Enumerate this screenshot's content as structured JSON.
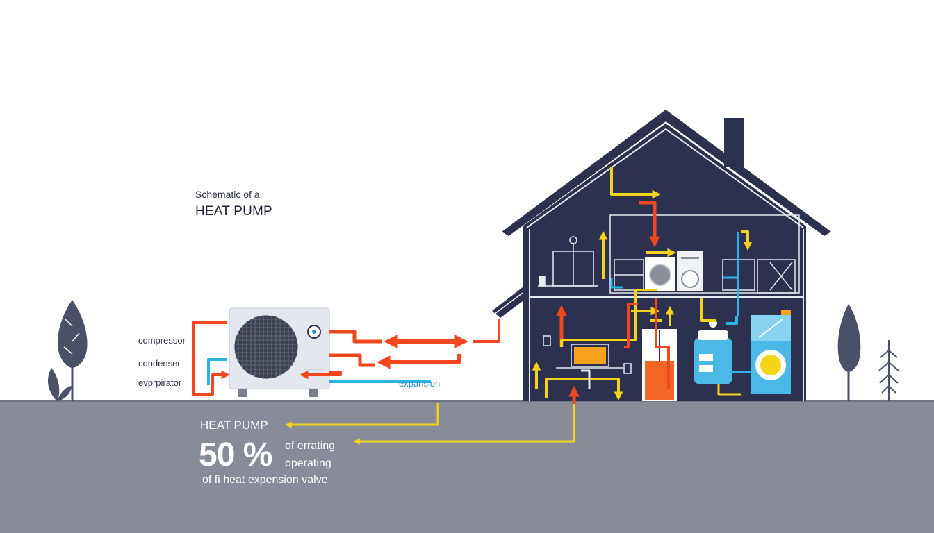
{
  "header": {
    "subtitle": "Schematic of a",
    "title": "HEAT PUMP"
  },
  "labels": {
    "compressor": "compressor",
    "condenser": "condenser",
    "evaporator": "evprpirator",
    "expansion": "expansion"
  },
  "ground_text": {
    "title": "HEAT PUMP",
    "percent": "50 %",
    "line1": "of errating",
    "line2": "operating",
    "line3": "of fi heat expension valve"
  },
  "colors": {
    "house": "#2c3150",
    "ground": "#888c99",
    "hot_pipe": "#f0471f",
    "warm_pipe": "#f2d31a",
    "cold_pipe": "#29b4e4",
    "tree": "#4a5068",
    "water_tank": "#4ab9e8",
    "boiler": "#f26522",
    "heat_block": "#f6a21c"
  },
  "icons": {
    "outdoor_unit": "outdoor-unit-icon",
    "fan": "fan-grille-icon",
    "washer": "washing-machine-icon",
    "water_tank": "water-tank-icon",
    "boiler": "boiler-icon",
    "heat_exchanger": "heat-exchanger-icon",
    "tree": "tree-icon",
    "thermostat": "thermostat-icon"
  }
}
